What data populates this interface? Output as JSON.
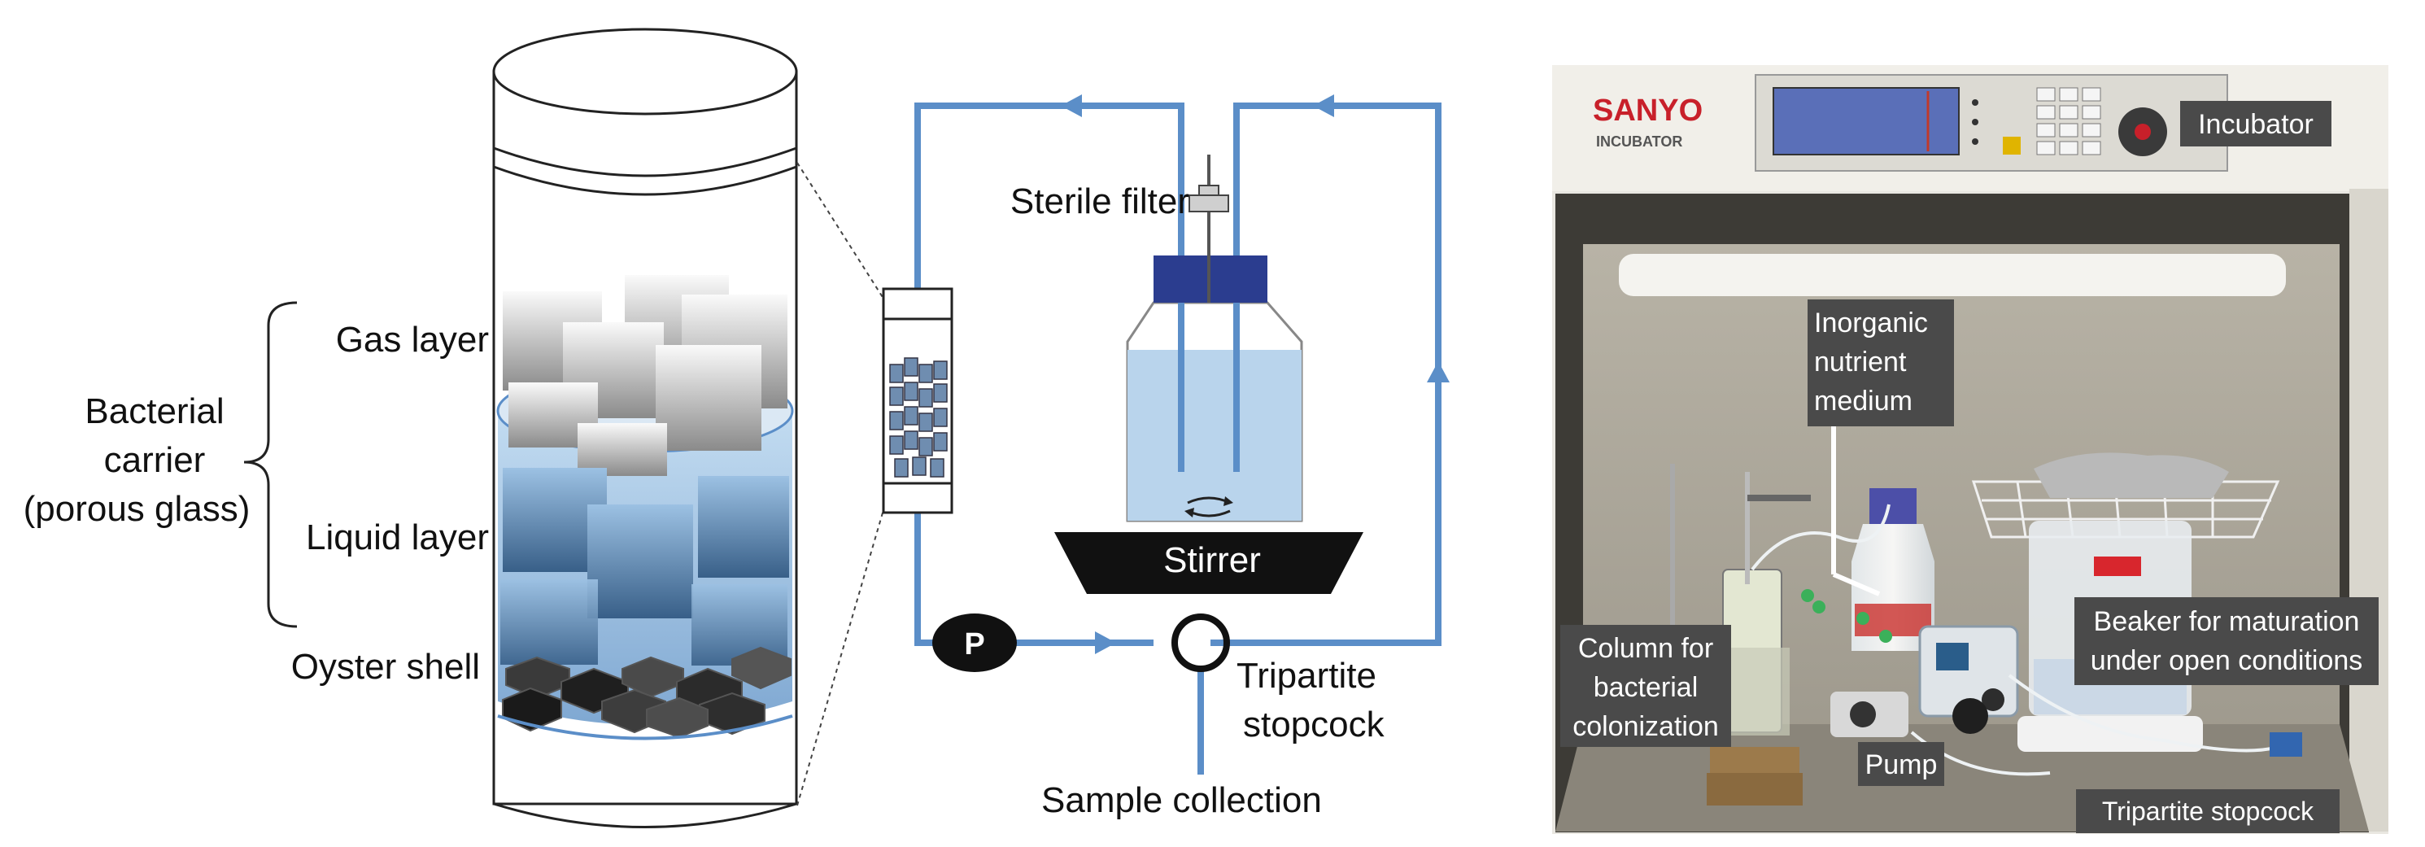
{
  "diagram": {
    "bracket_label_lines": [
      "Bacterial",
      "carrier",
      "(porous glass)"
    ],
    "layer_labels": {
      "gas": "Gas layer",
      "liquid": "Liquid layer",
      "oyster": "Oyster shell"
    },
    "circuit_labels": {
      "sterile_filter": "Sterile filter",
      "stirrer": "Stirrer",
      "pump_symbol": "P",
      "stopcock_lines": [
        "Tripartite",
        "stopcock"
      ],
      "sample_collection": "Sample collection"
    },
    "colors": {
      "tubing": "#5b8ec8",
      "flask_liquid": "#b9d4ec",
      "cap": "#2b3d8f",
      "stirrer_base": "#111111",
      "carrier_gas": "#d9d9d9",
      "carrier_liquid": "#6f9cc8",
      "oyster_shell": "#2a2a2a"
    }
  },
  "photo": {
    "brand": "SANYO",
    "brand_sub": "INCUBATOR",
    "labels": {
      "incubator": "Incubator",
      "inorganic_medium": [
        "Inorganic",
        "nutrient",
        "medium"
      ],
      "column": [
        "Column for",
        "bacterial",
        "colonization"
      ],
      "pump": "Pump",
      "beaker": [
        "Beaker for maturation",
        "under open conditions"
      ],
      "stopcock": "Tripartite stopcock"
    },
    "colors": {
      "label_bg": "#4a4a4a",
      "label_text": "#ffffff",
      "brand_red": "#c8202a"
    }
  }
}
